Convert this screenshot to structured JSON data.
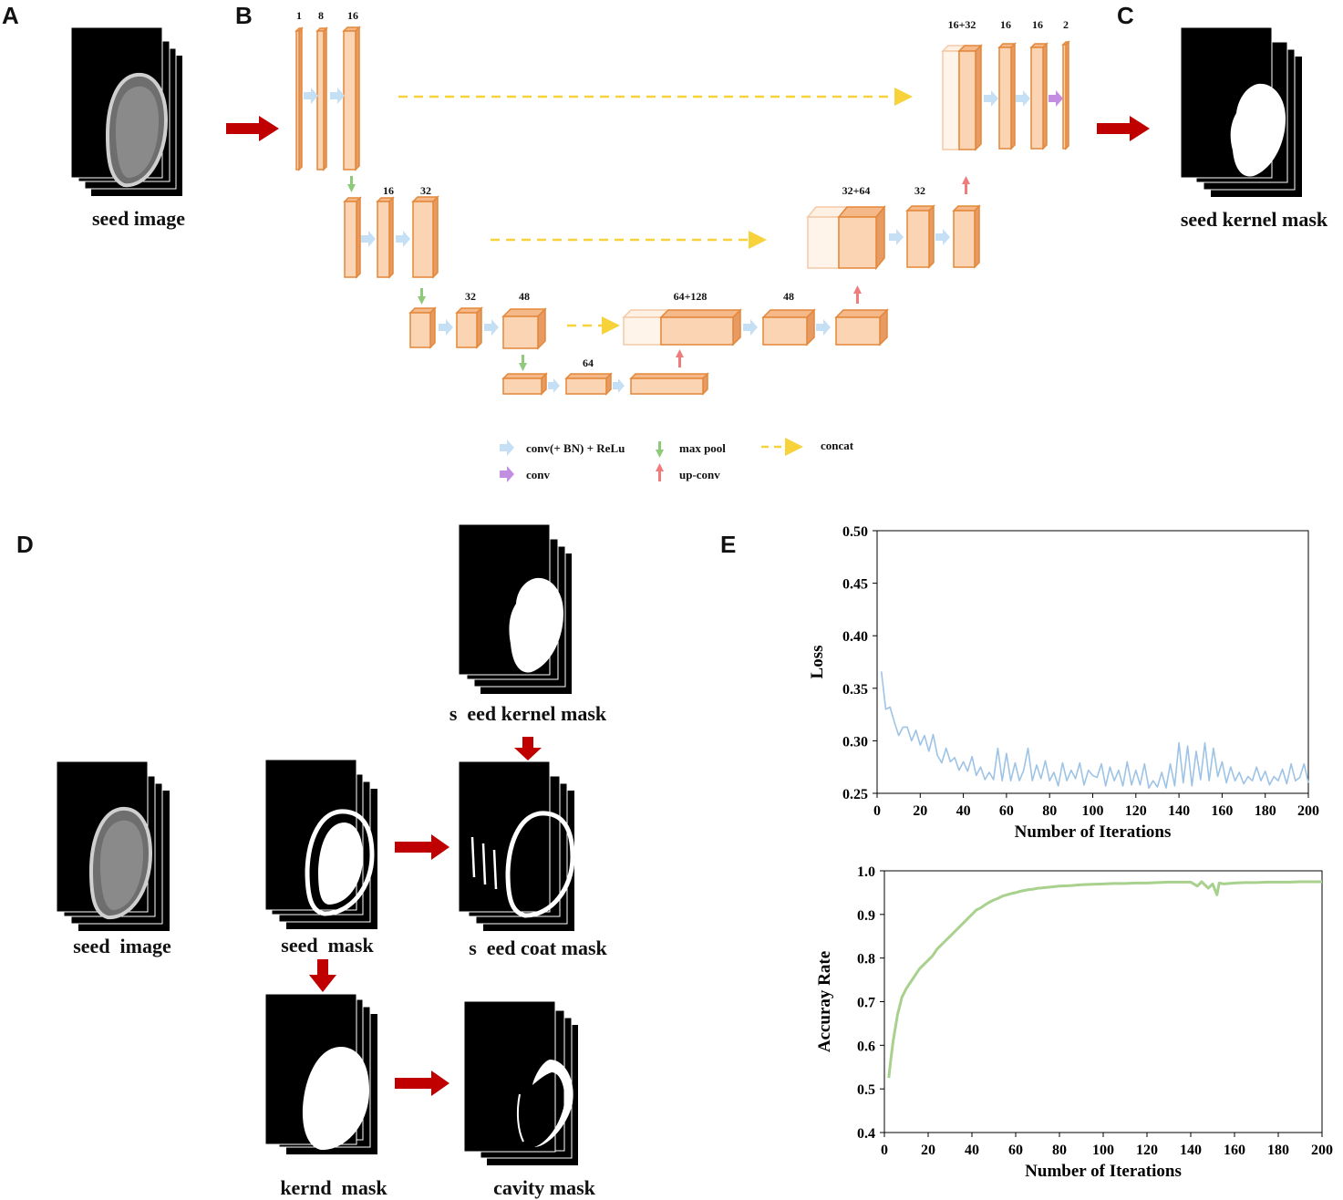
{
  "panels": {
    "a": "A",
    "b": "B",
    "c": "C",
    "d": "D",
    "e": "E"
  },
  "panel_a": {
    "caption": "seed image"
  },
  "panel_c": {
    "caption": "seed kernel mask"
  },
  "panel_b": {
    "channels": {
      "l1": [
        "1",
        "8",
        "16"
      ],
      "l2": [
        "16",
        "32"
      ],
      "l3": [
        "32",
        "48"
      ],
      "l4": [
        "64"
      ],
      "u3": [
        "64+128",
        "48"
      ],
      "u2": [
        "32+64",
        "32"
      ],
      "u1": [
        "16+32",
        "16",
        "16",
        "2"
      ]
    },
    "legend": {
      "conv_bn_relu": "conv(+ BN) + ReLu",
      "conv": "conv",
      "max_pool": "max pool",
      "up_conv": "up-conv",
      "concat": "concat"
    }
  },
  "panel_d": {
    "seed_image": "seed  image",
    "seed_mask": "seed  mask",
    "kernel_mask": "s  eed kernel mask",
    "coat_mask": "s  eed coat mask",
    "kernd_mask": "kernd  mask",
    "cavity_mask": "cavity mask"
  },
  "colors": {
    "block_fill": "#fbd5b3",
    "block_edge": "#e3873a",
    "conv_arrow": "#c5dff5",
    "final_conv_arrow": "#c38ee2",
    "max_pool_arrow": "#8fc97a",
    "up_conv_arrow": "#ef7c7c",
    "concat_arrow": "#f7d23a",
    "pipeline_arrow": "#c00000",
    "loss_line": "#9dc3e6",
    "accuracy_line": "#a9d18e"
  },
  "chart_data": [
    {
      "type": "line",
      "xlabel": "Number of Iterations",
      "ylabel": "Loss",
      "xlim": [
        0,
        200
      ],
      "ylim": [
        0.25,
        0.5
      ],
      "xticks": [
        0,
        20,
        40,
        60,
        80,
        100,
        120,
        140,
        160,
        180,
        200
      ],
      "yticks": [
        "0.25",
        "0.30",
        "0.35",
        "0.40",
        "0.45",
        "0.50"
      ],
      "grid": false,
      "series": [
        {
          "x": [
            2,
            4,
            6,
            8,
            10,
            12,
            14,
            16,
            18,
            20,
            22,
            24,
            26,
            28,
            30,
            32,
            34,
            36,
            38,
            40,
            42,
            44,
            46,
            48,
            50,
            52,
            54,
            56,
            58,
            60,
            62,
            64,
            66,
            68,
            70,
            72,
            74,
            76,
            78,
            80,
            82,
            84,
            86,
            88,
            90,
            92,
            94,
            96,
            98,
            100,
            102,
            104,
            106,
            108,
            110,
            112,
            114,
            116,
            118,
            120,
            122,
            124,
            126,
            128,
            130,
            132,
            134,
            136,
            138,
            140,
            142,
            144,
            146,
            148,
            150,
            152,
            154,
            156,
            158,
            160,
            162,
            164,
            166,
            168,
            170,
            172,
            174,
            176,
            178,
            180,
            182,
            184,
            186,
            188,
            190,
            192,
            194,
            196,
            198,
            200
          ],
          "values": [
            0.366,
            0.33,
            0.332,
            0.318,
            0.305,
            0.313,
            0.313,
            0.3,
            0.31,
            0.296,
            0.305,
            0.29,
            0.306,
            0.286,
            0.279,
            0.293,
            0.28,
            0.284,
            0.272,
            0.28,
            0.271,
            0.285,
            0.267,
            0.275,
            0.263,
            0.27,
            0.263,
            0.293,
            0.262,
            0.288,
            0.262,
            0.279,
            0.262,
            0.272,
            0.293,
            0.262,
            0.277,
            0.264,
            0.281,
            0.262,
            0.27,
            0.257,
            0.279,
            0.262,
            0.272,
            0.264,
            0.279,
            0.258,
            0.272,
            0.267,
            0.265,
            0.278,
            0.257,
            0.275,
            0.262,
            0.272,
            0.257,
            0.28,
            0.258,
            0.272,
            0.258,
            0.278,
            0.255,
            0.262,
            0.256,
            0.27,
            0.255,
            0.278,
            0.257,
            0.298,
            0.26,
            0.295,
            0.257,
            0.29,
            0.263,
            0.298,
            0.262,
            0.293,
            0.266,
            0.28,
            0.26,
            0.275,
            0.262,
            0.27,
            0.259,
            0.266,
            0.262,
            0.275,
            0.262,
            0.271,
            0.258,
            0.266,
            0.262,
            0.273,
            0.259,
            0.278,
            0.262,
            0.265,
            0.278,
            0.26
          ]
        }
      ]
    },
    {
      "type": "line",
      "xlabel": "Number of Iterations",
      "ylabel": "Accuray Rate",
      "xlim": [
        0,
        200
      ],
      "ylim": [
        0.4,
        1.0
      ],
      "xticks": [
        0,
        20,
        40,
        60,
        80,
        100,
        120,
        140,
        160,
        180,
        200
      ],
      "yticks": [
        "0.4",
        "0.5",
        "0.6",
        "0.7",
        "0.8",
        "0.9",
        "1.0"
      ],
      "grid": false,
      "series": [
        {
          "x": [
            2,
            3,
            4,
            5,
            6,
            7,
            8,
            9,
            10,
            12,
            14,
            16,
            18,
            20,
            22,
            24,
            26,
            28,
            30,
            32,
            34,
            36,
            38,
            40,
            42,
            44,
            46,
            48,
            50,
            52,
            54,
            56,
            58,
            60,
            62,
            64,
            66,
            68,
            70,
            72,
            74,
            76,
            78,
            80,
            85,
            90,
            95,
            100,
            105,
            110,
            115,
            120,
            125,
            130,
            135,
            140,
            143,
            145,
            148,
            150,
            152,
            153,
            155,
            160,
            165,
            170,
            175,
            180,
            185,
            190,
            195,
            200
          ],
          "values": [
            0.525,
            0.57,
            0.61,
            0.64,
            0.67,
            0.69,
            0.71,
            0.72,
            0.73,
            0.745,
            0.76,
            0.775,
            0.785,
            0.795,
            0.805,
            0.82,
            0.83,
            0.84,
            0.85,
            0.86,
            0.87,
            0.88,
            0.89,
            0.9,
            0.91,
            0.915,
            0.922,
            0.928,
            0.933,
            0.937,
            0.942,
            0.945,
            0.948,
            0.95,
            0.953,
            0.955,
            0.957,
            0.958,
            0.96,
            0.961,
            0.962,
            0.963,
            0.964,
            0.965,
            0.966,
            0.968,
            0.969,
            0.97,
            0.971,
            0.971,
            0.972,
            0.972,
            0.973,
            0.974,
            0.974,
            0.974,
            0.965,
            0.975,
            0.96,
            0.97,
            0.945,
            0.972,
            0.97,
            0.972,
            0.973,
            0.973,
            0.974,
            0.974,
            0.974,
            0.975,
            0.975,
            0.975
          ]
        }
      ]
    }
  ]
}
